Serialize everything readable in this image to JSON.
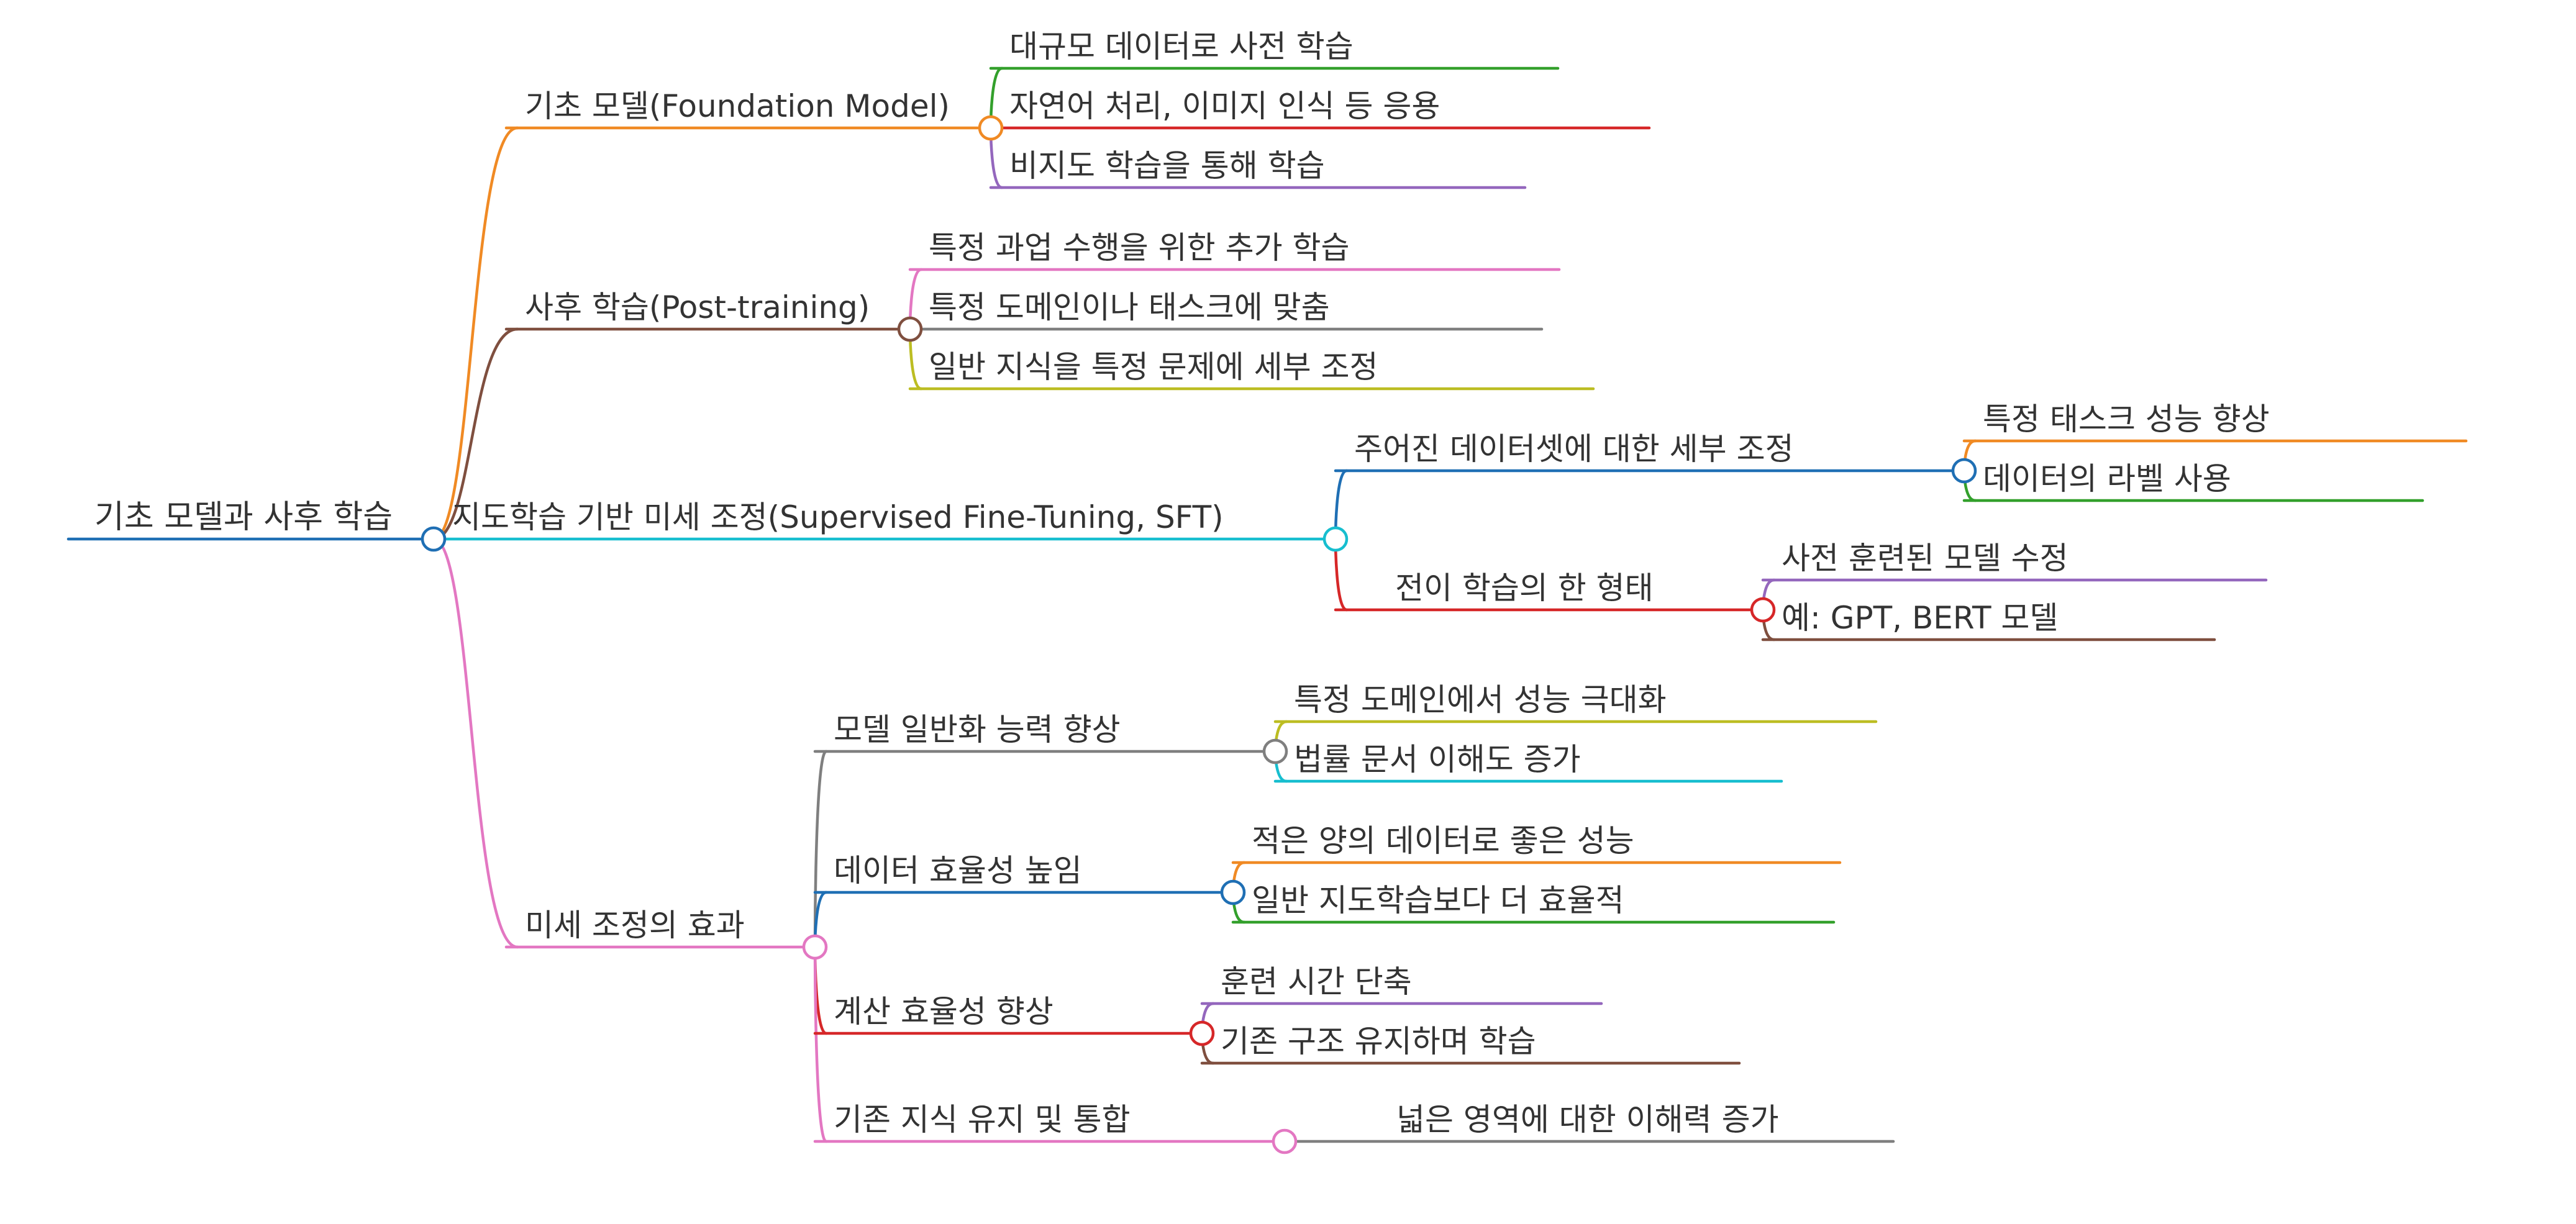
{
  "mindmap": {
    "root": {
      "label": "기초 모델과 사후 학습",
      "color": "#1f6fb4",
      "children": [
        {
          "label": "기초 모델(Foundation Model)",
          "color": "#f08a24",
          "children": [
            {
              "label": "대규모 데이터로 사전 학습",
              "color": "#33a02c"
            },
            {
              "label": "자연어 처리, 이미지 인식 등 응용",
              "color": "#d62728"
            },
            {
              "label": "비지도 학습을 통해 학습",
              "color": "#9467bd"
            }
          ]
        },
        {
          "label": "사후 학습(Post-training)",
          "color": "#7f4f3f",
          "children": [
            {
              "label": "특정 과업 수행을 위한 추가 학습",
              "color": "#e377c2"
            },
            {
              "label": "특정 도메인이나 태스크에 맞춤",
              "color": "#7f7f7f"
            },
            {
              "label": "일반 지식을 특정 문제에 세부 조정",
              "color": "#bcbd22"
            }
          ]
        },
        {
          "label": "지도학습 기반 미세 조정(Supervised Fine-Tuning, SFT)",
          "color": "#17becf",
          "children": [
            {
              "label": "주어진 데이터셋에 대한 세부 조정",
              "color": "#1f6fb4",
              "children": [
                {
                  "label": "특정 태스크 성능 향상",
                  "color": "#f08a24"
                },
                {
                  "label": "데이터의 라벨 사용",
                  "color": "#33a02c"
                }
              ]
            },
            {
              "label": "전이 학습의 한 형태",
              "color": "#d62728",
              "children": [
                {
                  "label": "사전 훈련된 모델 수정",
                  "color": "#9467bd"
                },
                {
                  "label": "예: GPT, BERT 모델",
                  "color": "#7f4f3f"
                }
              ]
            }
          ]
        },
        {
          "label": "미세 조정의 효과",
          "color": "#e377c2",
          "children": [
            {
              "label": "모델 일반화 능력 향상",
              "color": "#7f7f7f",
              "children": [
                {
                  "label": "특정 도메인에서 성능 극대화",
                  "color": "#bcbd22"
                },
                {
                  "label": "법률 문서 이해도 증가",
                  "color": "#17becf"
                }
              ]
            },
            {
              "label": "데이터 효율성 높임",
              "color": "#1f6fb4",
              "children": [
                {
                  "label": "적은 양의 데이터로 좋은 성능",
                  "color": "#f08a24"
                },
                {
                  "label": "일반 지도학습보다 더 효율적",
                  "color": "#33a02c"
                }
              ]
            },
            {
              "label": "계산 효율성 향상",
              "color": "#d62728",
              "children": [
                {
                  "label": "훈련 시간 단축",
                  "color": "#9467bd"
                },
                {
                  "label": "기존 구조 유지하며 학습",
                  "color": "#7f4f3f"
                }
              ]
            },
            {
              "label": "기존 지식 유지 및 통합",
              "color": "#e377c2",
              "children": [
                {
                  "label": "넓은 영역에 대한 이해력 증가",
                  "color": "#7f7f7f"
                }
              ]
            }
          ]
        }
      ]
    }
  }
}
